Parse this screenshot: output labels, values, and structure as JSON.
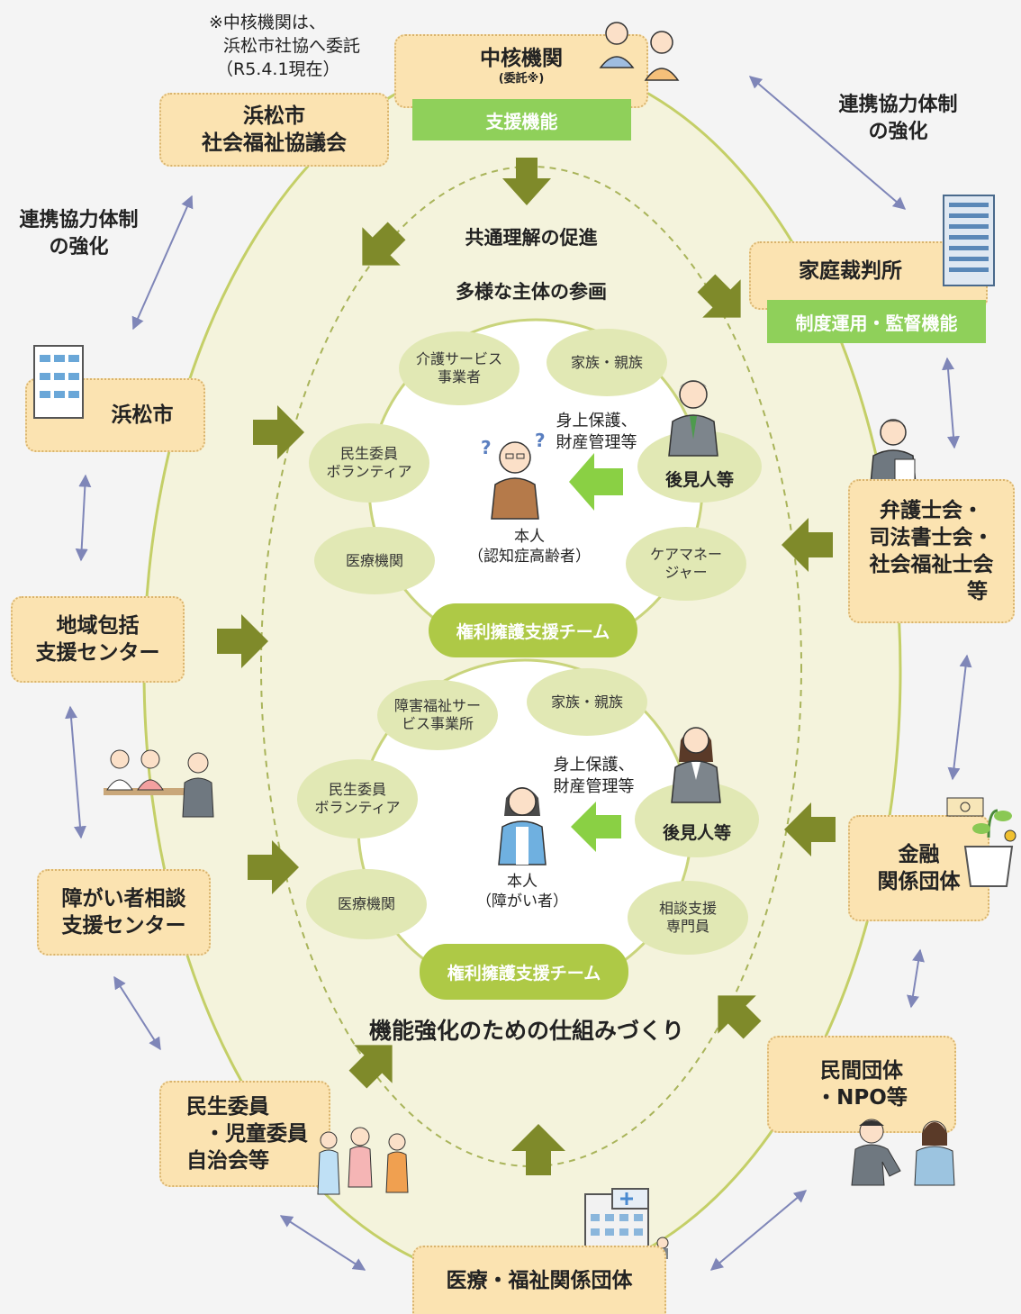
{
  "note": {
    "line1": "※中核機関は、",
    "line2": "浜松市社協へ委託",
    "line3": "（R5.4.1現在）"
  },
  "core": {
    "title": "中核機関",
    "sub": "(委託※)",
    "func": "支援機能"
  },
  "center_texts": {
    "t1": "共通理解の促進",
    "t2": "多様な主体の参画",
    "t3": "機能強化のための仕組みづくり"
  },
  "left_top_note": {
    "line1": "連携協力体制",
    "line2": "の強化"
  },
  "right_top_note": {
    "line1": "連携協力体制",
    "line2": "の強化"
  },
  "orgs": {
    "shakyo": {
      "line1": "浜松市",
      "line2": "社会福祉協議会"
    },
    "city": "浜松市",
    "chiiki": {
      "line1": "地域包括",
      "line2": "支援センター"
    },
    "shogai": {
      "line1": "障がい者相談",
      "line2": "支援センター"
    },
    "minsei": {
      "line1": "民生委員",
      "line2": "・児童委員",
      "line3": "自治会等"
    },
    "iryo": "医療・福祉関係団体",
    "minkan": {
      "line1": "民間団体",
      "line2": "・NPO等"
    },
    "kinyu": {
      "line1": "金融",
      "line2": "関係団体"
    },
    "bengo": {
      "line1": "弁護士会・",
      "line2": "司法書士会・",
      "line3": "社会福祉士会",
      "line4": "等"
    },
    "court": {
      "title": "家庭裁判所",
      "func": "制度運用・監督機能"
    }
  },
  "team1": {
    "ovals": [
      "介護サービス事業者",
      "家族・親族",
      "民生委員ボランティア",
      "医療機関",
      "ケアマネージャー"
    ],
    "o1": {
      "a": "介護サービス",
      "b": "事業者"
    },
    "o2": "家族・親族",
    "o3": {
      "a": "民生委員",
      "b": "ボランティア"
    },
    "o4": "医療機関",
    "o5": {
      "a": "ケアマネー",
      "b": "ジャー"
    },
    "guardian": "後見人等",
    "support": {
      "a": "身上保護、",
      "b": "財産管理等"
    },
    "person": {
      "a": "本人",
      "b": "（認知症高齢者）"
    },
    "team": "権利擁護支援チーム"
  },
  "team2": {
    "o1": {
      "a": "障害福祉サー",
      "b": "ビス事業所"
    },
    "o2": "家族・親族",
    "o3": {
      "a": "民生委員",
      "b": "ボランティア"
    },
    "o4": "医療機関",
    "o5": {
      "a": "相談支援",
      "b": "専門員"
    },
    "guardian": "後見人等",
    "support": {
      "a": "身上保護、",
      "b": "財産管理等"
    },
    "person": {
      "a": "本人",
      "b": "（障がい者）"
    },
    "team": "権利擁護支援チーム"
  }
}
